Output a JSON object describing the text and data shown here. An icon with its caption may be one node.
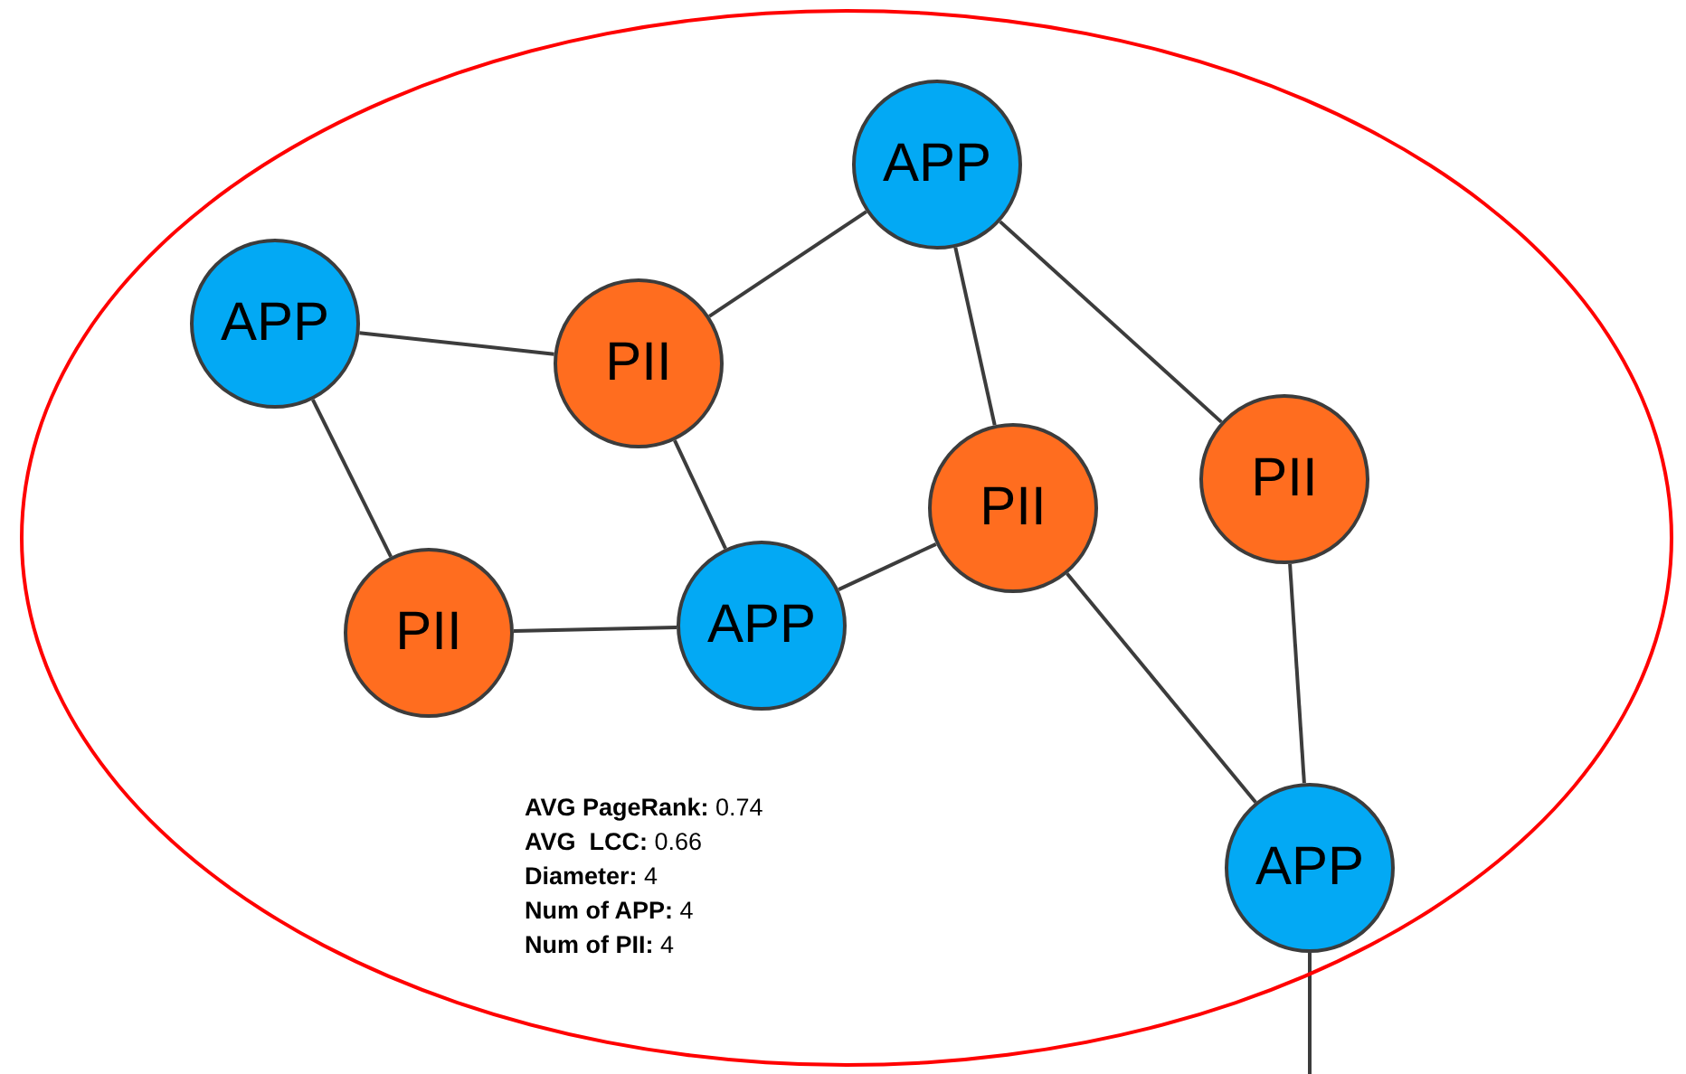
{
  "diagram": {
    "nodes": [
      {
        "text": [],
        "shape": "ellipse"
      },
      {
        "text": [
          "APP"
        ],
        "in": 0
      },
      {
        "text": [
          "APP"
        ],
        "in": 0
      },
      {
        "text": [
          "PII"
        ],
        "in": 0
      },
      {
        "text": [
          "PII"
        ],
        "in": 0
      },
      {
        "text": [
          "PII"
        ],
        "in": 0
      },
      {
        "text": [
          "APP"
        ],
        "in": 0
      },
      {
        "text": [
          "PII"
        ],
        "in": 0
      },
      {
        "text": [
          "APP"
        ],
        "in": 0
      }
    ],
    "edges": [
      {
        "from": 2,
        "to": 3,
        "arrow": "none"
      },
      {
        "from": 2,
        "to": 7,
        "arrow": "none"
      },
      {
        "from": 3,
        "to": 1,
        "arrow": "none"
      },
      {
        "from": 3,
        "to": 6,
        "arrow": "none"
      },
      {
        "from": 1,
        "to": 5,
        "arrow": "none"
      },
      {
        "from": 1,
        "to": 4,
        "arrow": "none"
      },
      {
        "from": 7,
        "to": 6,
        "arrow": "none"
      },
      {
        "from": 6,
        "to": 5,
        "arrow": "none"
      },
      {
        "from": 5,
        "to": 8,
        "arrow": "none"
      },
      {
        "from": 4,
        "to": 8,
        "arrow": "none"
      },
      {
        "from": 8,
        "to": null,
        "arrow": "none"
      }
    ],
    "labels": [
      "**AVG PageRank:** 0.74",
      "**AVG  LCC:** 0.66",
      "**Diameter:** 4",
      "**Num of APP:** 4",
      "**Num of PII:** 4"
    ]
  }
}
